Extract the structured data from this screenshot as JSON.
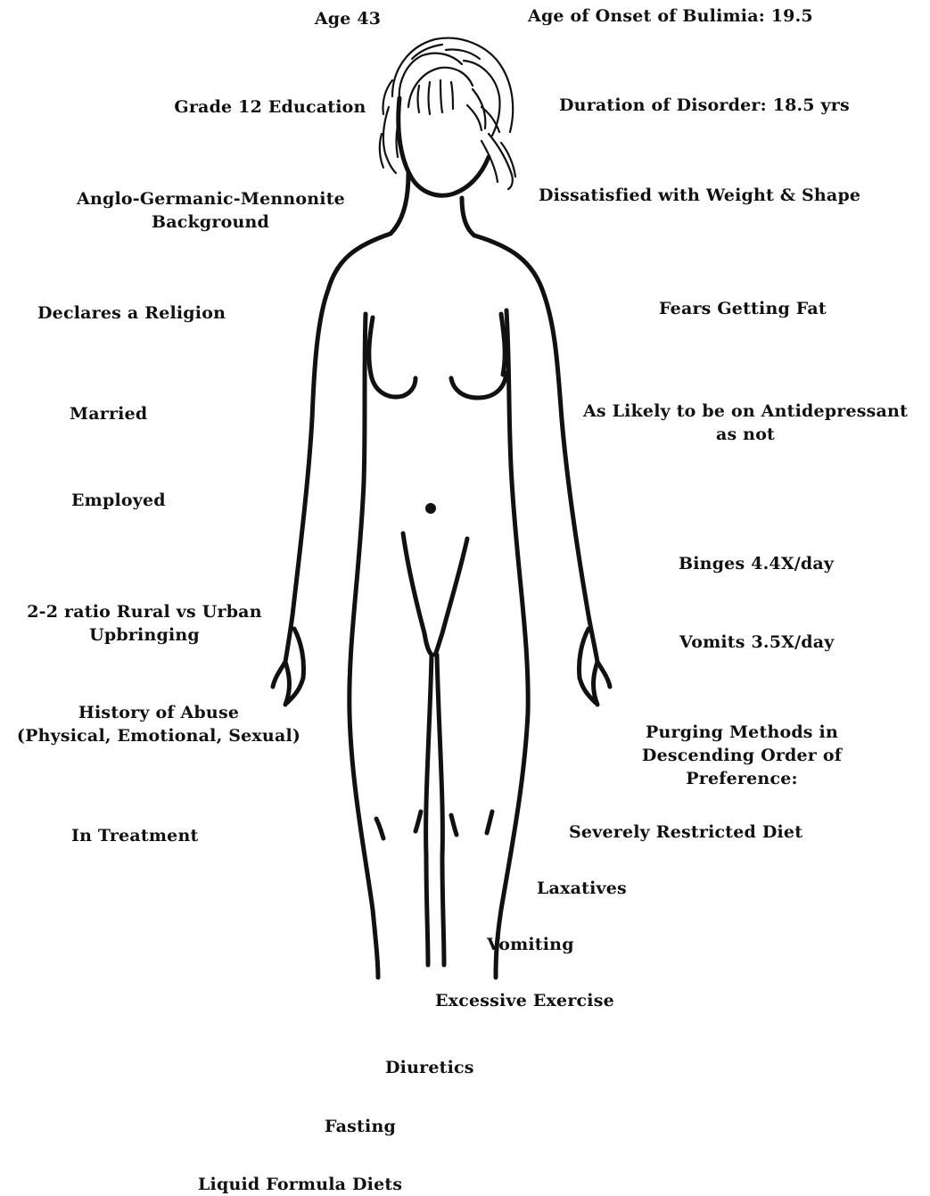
{
  "left_labels": {
    "age": "Age 43",
    "education": "Grade 12 Education",
    "background": [
      "Anglo-Germanic-Mennonite",
      "Background"
    ],
    "religion": "Declares a Religion",
    "marital": "Married",
    "employment": "Employed",
    "upbringing": [
      "2-2 ratio Rural vs Urban",
      "Upbringing"
    ],
    "abuse": [
      "History of Abuse",
      "(Physical, Emotional, Sexual)"
    ],
    "treatment": "In Treatment"
  },
  "right_labels": {
    "onset": "Age of Onset of Bulimia:  19.5",
    "duration": "Duration of Disorder:  18.5 yrs",
    "dissatisfied": "Dissatisfied with Weight & Shape",
    "fears": "Fears Getting Fat",
    "antidepressant": [
      "As Likely to be on Antidepressant",
      "as not"
    ],
    "binges": "Binges 4.4X/day",
    "vomits": "Vomits 3.5X/day",
    "purging_header": [
      "Purging Methods in",
      "Descending Order of",
      "Preference:"
    ]
  },
  "purging_methods": [
    "Severely Restricted Diet",
    "Laxatives",
    "Vomiting",
    "Excessive Exercise",
    "Diuretics",
    "Fasting",
    "Liquid Formula Diets"
  ]
}
